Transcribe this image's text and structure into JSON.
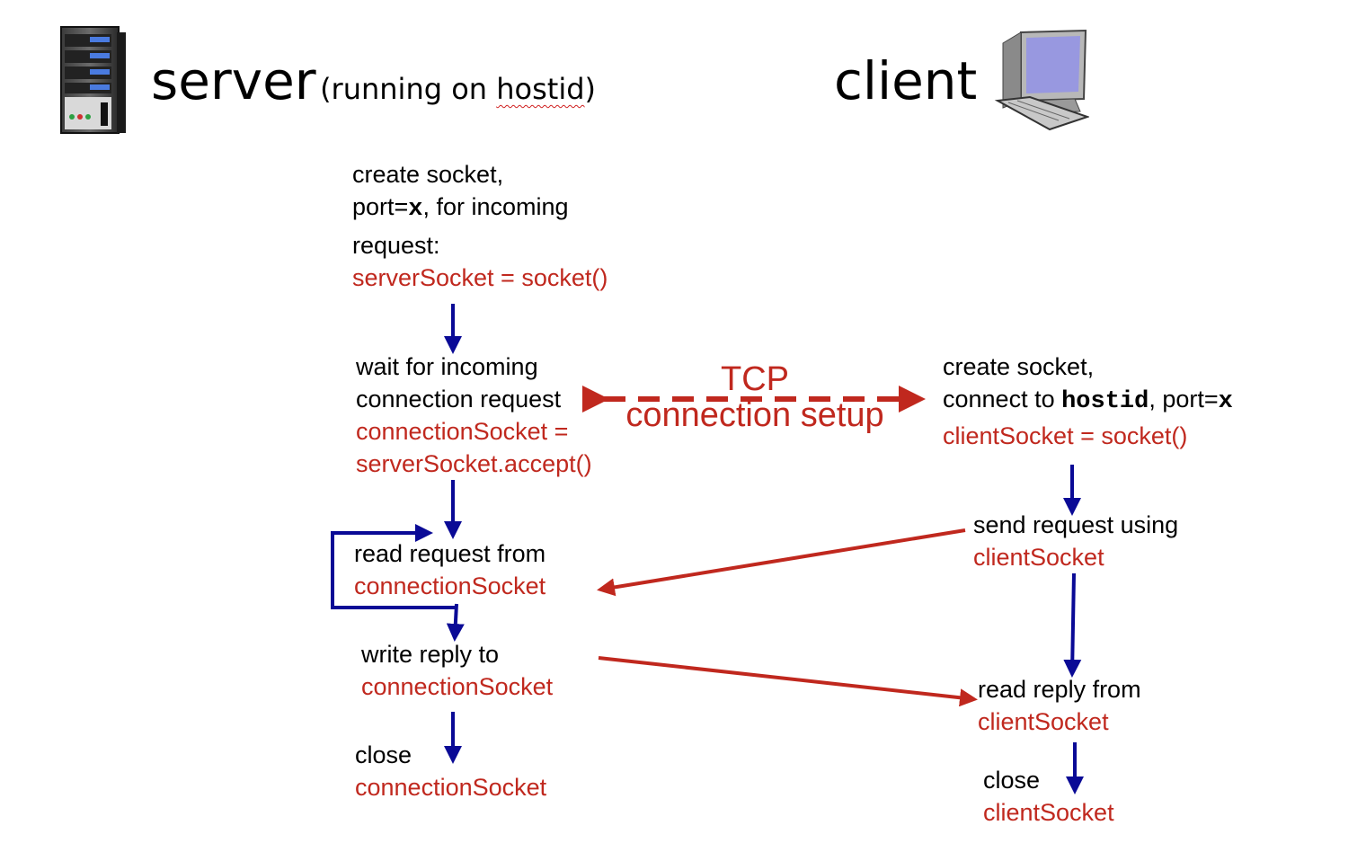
{
  "header": {
    "server_title": "server",
    "server_sub_prefix": "(running on ",
    "server_sub_host": "hostid",
    "server_sub_suffix": ")",
    "client_title": "client"
  },
  "server": {
    "create": {
      "line1": "create socket,",
      "line2_pre": "port=",
      "line2_var": "x",
      "line2_post": ", for incoming",
      "line3": "request:",
      "code": "serverSocket = socket()"
    },
    "wait": {
      "line1": "wait for incoming",
      "line2": "connection request",
      "code1": "connectionSocket =",
      "code2": "serverSocket.accept()"
    },
    "read": {
      "line1": "read request from",
      "code": "connectionSocket"
    },
    "write": {
      "line1": "write reply to",
      "code": "connectionSocket"
    },
    "close": {
      "line1": "close",
      "code": "connectionSocket"
    }
  },
  "tcp": {
    "line1": "TCP",
    "line2": "connection setup"
  },
  "client": {
    "create": {
      "line1": "create socket,",
      "line2_pre": "connect to ",
      "line2_host": "hostid",
      "line2_mid": ", port=",
      "line2_var": "x",
      "code": "clientSocket = socket()"
    },
    "send": {
      "line1": "send request using",
      "code": "clientSocket"
    },
    "read": {
      "line1": "read reply from",
      "code": "clientSocket"
    },
    "close": {
      "line1": "close",
      "code": "clientSocket"
    }
  },
  "colors": {
    "code": "#c0281e",
    "flow_arrow": "#0a0a96",
    "message_arrow": "#c0281e"
  },
  "icons": {
    "server": "server-tower-icon",
    "client": "desktop-computer-icon"
  }
}
